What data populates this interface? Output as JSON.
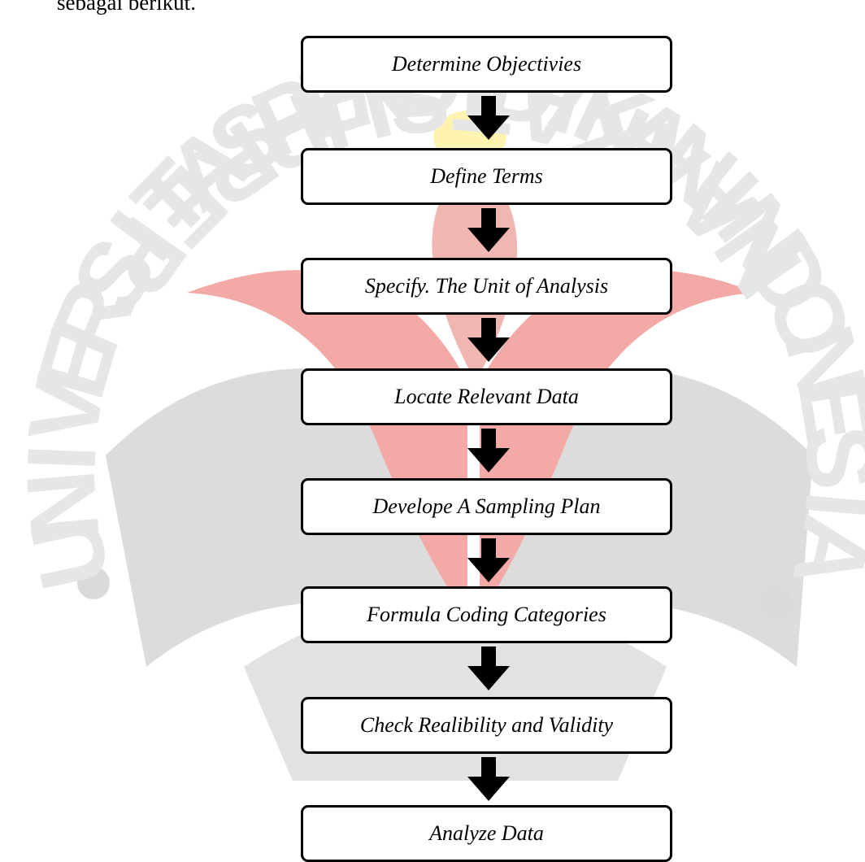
{
  "intro": {
    "text": "sebagai berikut."
  },
  "watermark": {
    "letters": [
      "U",
      "N",
      "I",
      "V",
      "E",
      "R",
      "S",
      "I",
      "T",
      "A",
      "S",
      "P",
      "E",
      "N",
      "D",
      "I",
      "D",
      "I",
      "K",
      "A",
      "N",
      "I",
      "N",
      "D",
      "O",
      "N",
      "E",
      "S",
      "I",
      "A",
      "P",
      "E",
      "R",
      "P",
      "U",
      "S",
      "T",
      "A",
      "K",
      "A",
      "A",
      "N"
    ],
    "colors": {
      "red": "#f3a9a6",
      "gray": "#dcdcdc",
      "yellow": "#fff3b0",
      "ring": "#e6e6e6",
      "dot": "#dadada"
    }
  },
  "flowchart": {
    "steps": [
      "Determine Objectivies",
      "Define Terms",
      "Specify. The Unit of Analysis",
      "Locate Relevant Data",
      "Develope A Sampling Plan",
      "Formula Coding Categories",
      "Check Realibility and Validity",
      "Analyze Data"
    ],
    "border_color": "#000000",
    "arrow_color": "#000000"
  }
}
